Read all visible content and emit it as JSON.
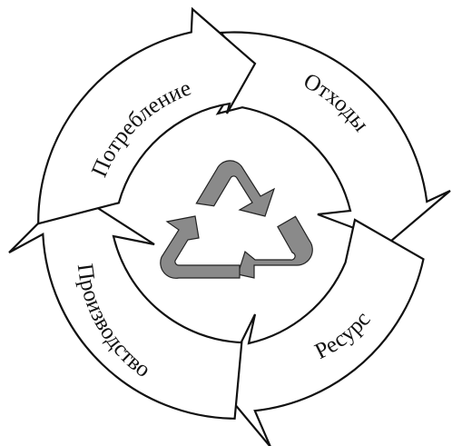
{
  "diagram": {
    "stages": [
      {
        "id": "consumption",
        "label": "Потребление"
      },
      {
        "id": "waste",
        "label": "Отходы"
      },
      {
        "id": "resource",
        "label": "Ресурс"
      },
      {
        "id": "production",
        "label": "Производство"
      }
    ],
    "center_icon": "recycling-icon",
    "colors": {
      "stroke": "#111111",
      "segment_fill": "#ffffff",
      "icon_fill": "#8a8a8a"
    }
  }
}
